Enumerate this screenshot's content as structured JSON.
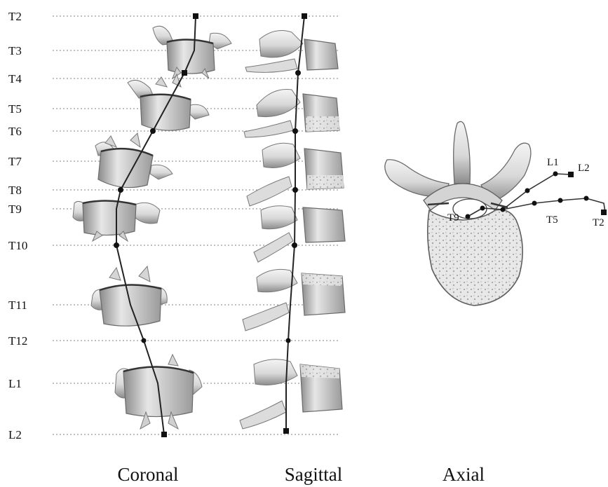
{
  "levels": [
    "T2",
    "T3",
    "T4",
    "T5",
    "T6",
    "T7",
    "T8",
    "T9",
    "T10",
    "T11",
    "T12",
    "L1",
    "L2"
  ],
  "axial_labels": {
    "l1": "L1",
    "l2": "L2",
    "t9": "T9",
    "t5": "T5",
    "t2": "T2"
  },
  "captions": {
    "coronal": "Coronal",
    "sagittal": "Sagittal",
    "axial": "Axial"
  }
}
